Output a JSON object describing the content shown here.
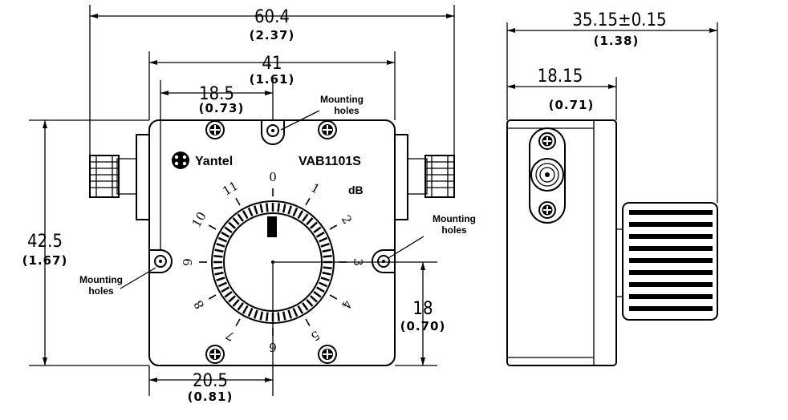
{
  "dimensions": {
    "overall_width": {
      "value": "60.4",
      "inch": "(2.37)"
    },
    "body_width": {
      "value": "41",
      "inch": "(1.61)"
    },
    "hole_offset": {
      "value": "18.5",
      "inch": "(0.73)"
    },
    "height": {
      "value": "42.5",
      "inch": "(1.67)"
    },
    "connector_offset": {
      "value": "18",
      "inch": "(0.70)"
    },
    "bottom_offset": {
      "value": "20.5",
      "inch": "(0.81)"
    },
    "side_total": {
      "value": "35.15±0.15",
      "inch": "(1.38)"
    },
    "side_body": {
      "value": "18.15",
      "inch": "(0.71)"
    }
  },
  "labels": {
    "mounting_top": [
      "Mounting",
      "holes"
    ],
    "mounting_right": [
      "Mounting",
      "holes"
    ],
    "mounting_left": [
      "Mounting",
      "holes"
    ],
    "brand": "Yantel",
    "model": "VAB1101S",
    "unit": "dB"
  },
  "dial": {
    "ticks": [
      "0",
      "1",
      "2",
      "3",
      "4",
      "5",
      "6",
      "7",
      "8",
      "9",
      "10",
      "11"
    ]
  }
}
